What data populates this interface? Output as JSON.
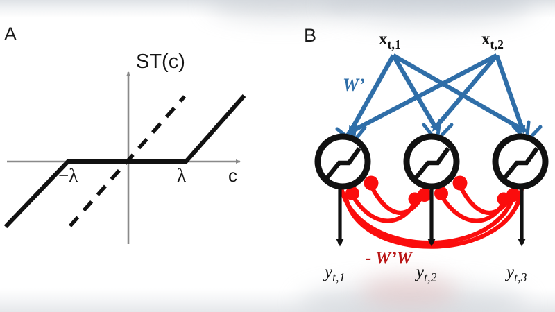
{
  "figure": {
    "panels": [
      {
        "id": "A",
        "letter": "A"
      },
      {
        "id": "B",
        "letter": "B"
      }
    ]
  },
  "panel_a": {
    "letter": "A",
    "axis_title": "ST(c)",
    "x_axis_label": "c",
    "tick_negative": "−λ",
    "tick_positive": "λ",
    "axis_color": "#808080",
    "curve_color": "#111111",
    "dashed_line_color": "#111111",
    "icon_names": {
      "y_axis": "y-axis-arrow-icon",
      "x_axis": "x-axis-arrow-icon",
      "curve": "soft-threshold-curve-icon",
      "identity": "identity-dashed-line-icon"
    }
  },
  "panel_b": {
    "letter": "B",
    "forward_weight_label": "W’",
    "recurrent_weight_label": "- W’W",
    "forward_color": "#2f6ea8",
    "recurrent_color": "#fb0d0d",
    "neuron_color": "#111111",
    "inputs": [
      {
        "name": "x",
        "sub": "t,1"
      },
      {
        "name": "x",
        "sub": "t,2"
      }
    ],
    "outputs": [
      {
        "name": "y",
        "sub": "t,1"
      },
      {
        "name": "y",
        "sub": "t,2"
      },
      {
        "name": "y",
        "sub": "t,3"
      }
    ],
    "neurons": [
      {
        "id": "neuron-1",
        "glyph": "soft-threshold-glyph"
      },
      {
        "id": "neuron-2",
        "glyph": "soft-threshold-glyph"
      },
      {
        "id": "neuron-3",
        "glyph": "soft-threshold-glyph"
      }
    ]
  },
  "chart_data": {
    "type": "line",
    "title": "ST(c)",
    "xlabel": "c",
    "ylabel": "ST(c)",
    "xlim": [
      -2.1,
      2.0
    ],
    "ylim": [
      -1.6,
      1.6
    ],
    "grid": false,
    "legend": null,
    "annotations": [
      {
        "text": "−λ",
        "x": -0.55,
        "y": -0.24
      },
      {
        "text": "λ",
        "x": 0.52,
        "y": -0.24
      }
    ],
    "series": [
      {
        "name": "soft-threshold",
        "style": "solid",
        "x": [
          -2.05,
          -0.55,
          0.52,
          1.95
        ],
        "y": [
          -1.15,
          0.0,
          0.0,
          1.17
        ]
      },
      {
        "name": "identity",
        "style": "dashed",
        "x": [
          -1.05,
          0.98
        ],
        "y": [
          -1.15,
          1.14
        ]
      }
    ]
  }
}
